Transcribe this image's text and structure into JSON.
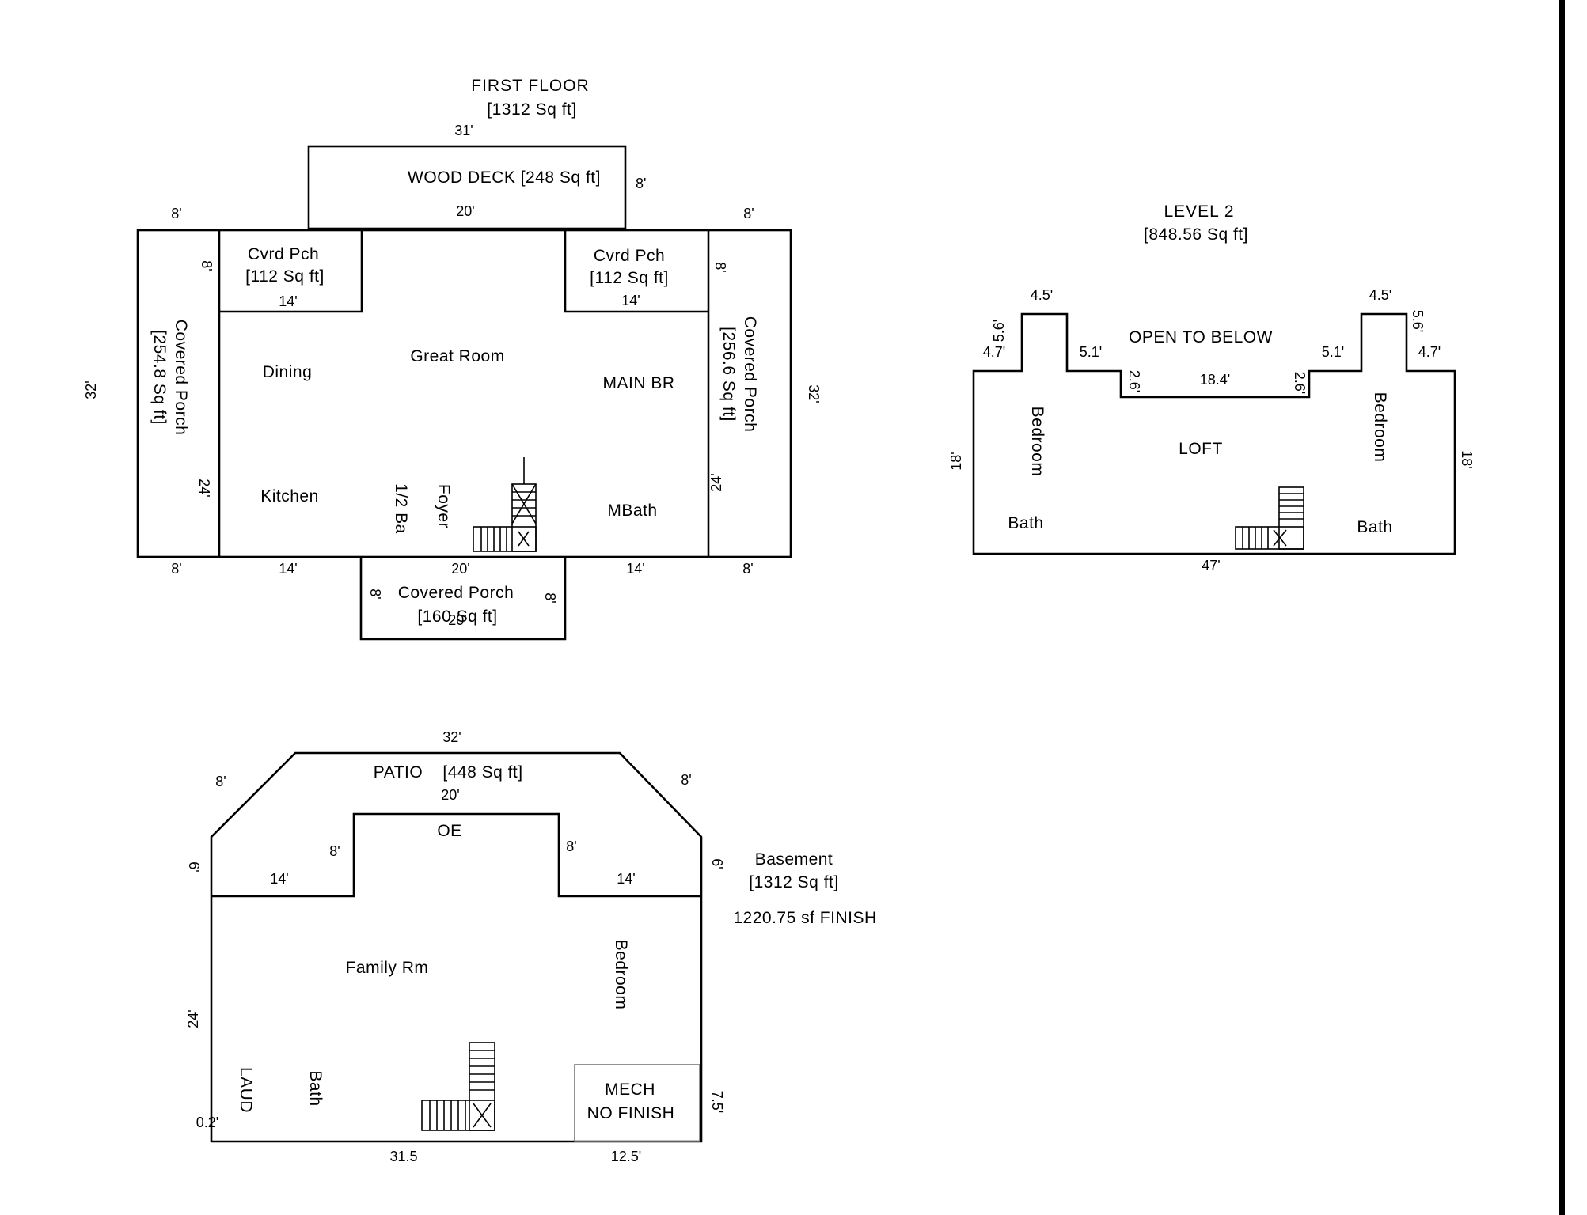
{
  "first_floor": {
    "title": "FIRST FLOOR",
    "area": "[1312 Sq ft]",
    "deck": {
      "label": "WOOD DECK [248 Sq ft]",
      "dim_top": "31'",
      "dim_side": "8'",
      "dim_bottom": "20'"
    },
    "left_dims": {
      "top": "8'",
      "bottom": "8'",
      "side": "32'"
    },
    "right_dims": {
      "top": "8'",
      "bottom": "8'",
      "side": "32'"
    },
    "cvrd_pch_left": {
      "name": "Cvrd Pch",
      "area": "[112 Sq ft]",
      "dim_side": "8'",
      "dim_bottom": "14'"
    },
    "cvrd_pch_right": {
      "name": "Cvrd Pch",
      "area": "[112 Sq ft]",
      "dim_side": "8'",
      "dim_bottom": "14'"
    },
    "covered_porch_left": {
      "name": "Covered Porch",
      "area": "[254.8 Sq ft]",
      "dim": "24'"
    },
    "covered_porch_right": {
      "name": "Covered Porch",
      "area": "[256.6 Sq ft]",
      "dim": "24'"
    },
    "rooms": {
      "dining": "Dining",
      "great_room": "Great Room",
      "main_br": "MAIN BR",
      "kitchen": "Kitchen",
      "half_bath": "1/2 Ba",
      "foyer": "Foyer",
      "mbath": "MBath"
    },
    "bottom_dims": {
      "a": "8'",
      "b": "14'",
      "c": "20'",
      "d": "14'",
      "e": "8'"
    },
    "front_porch": {
      "name": "Covered Porch",
      "area": "[160 Sq ft]",
      "dim_bottom": "20'",
      "dim_left": "8'",
      "dim_right": "8'"
    }
  },
  "level2": {
    "title": "LEVEL 2",
    "area": "[848.56 Sq ft]",
    "open_to_below": "OPEN TO BELOW",
    "loft": "LOFT",
    "bedroom_left": "Bedroom",
    "bedroom_right": "Bedroom",
    "bath_left": "Bath",
    "bath_right": "Bath",
    "dims": {
      "top_left": "4.5'",
      "top_right": "4.5'",
      "side_left": "5.6'",
      "side_right": "5.6'",
      "ledge_left": "4.7'",
      "ledge_right": "4.7'",
      "step_left": "5.1'",
      "step_right": "5.1'",
      "drop_left": "2.6'",
      "drop_right": "2.6'",
      "center": "18.4'",
      "left": "18'",
      "right": "18'",
      "bottom": "47'"
    }
  },
  "basement": {
    "title": "Basement",
    "area": "[1312 Sq ft]",
    "finish": "1220.75 sf FINISH",
    "patio": "PATIO",
    "patio_area": "[448 Sq ft]",
    "oe": "OE",
    "family_rm": "Family Rm",
    "bedroom": "Bedroom",
    "laund": "LAUD",
    "bath": "Bath",
    "mech": "MECH",
    "no_finish": "NO FINISH",
    "dims": {
      "top": "32'",
      "top_inner": "20'",
      "diag_left": "8'",
      "diag_right": "8'",
      "notch_left": "8'",
      "notch_right": "8'",
      "ledge_left": "14'",
      "ledge_right": "14'",
      "side_left": "6'",
      "side_right": "6'",
      "left": "24'",
      "corner": "0.2'",
      "mech_side": "7.5'",
      "bottom_left": "31.5",
      "bottom_right": "12.5'"
    }
  },
  "colors": {
    "ink": "#000000",
    "paper": "#ffffff",
    "mech_box": "#777777"
  }
}
